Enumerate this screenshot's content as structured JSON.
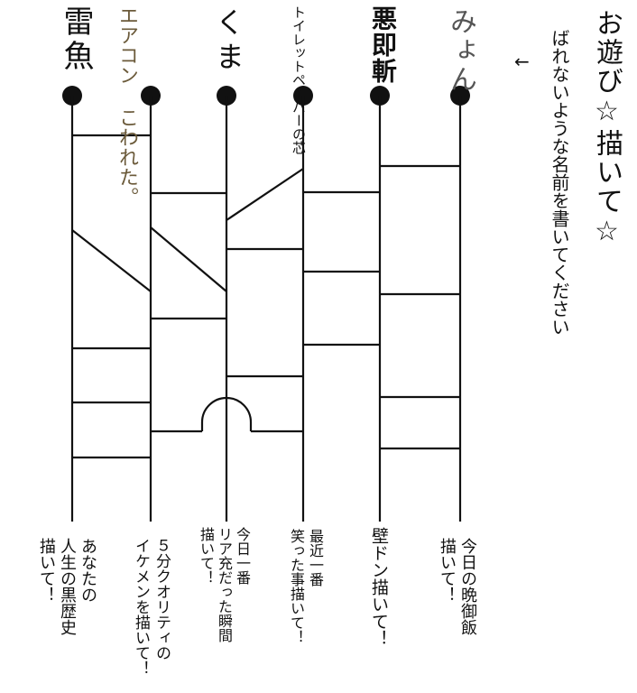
{
  "header": {
    "title": "お遊び☆描いて☆",
    "subtitle": "ばれないような名前を書いてください",
    "arrow": "←"
  },
  "names": [
    "雷魚",
    "エアコン こわれた。",
    "くま",
    "トイレットペーパーの芯",
    "悪即斬",
    "みょん"
  ],
  "prompts": [
    [
      "あなたの",
      "人生の黒歴史",
      "描いて！"
    ],
    [
      "５分クオリティの",
      "イケメンを描いて！"
    ],
    [
      "今日一番",
      "リア充だった瞬間",
      "描いて！"
    ],
    [
      "最近一番",
      "笑った事描いて！"
    ],
    [
      "壁ドン描いて！"
    ],
    [
      "今日の晩御飯",
      "描いて！"
    ]
  ]
}
